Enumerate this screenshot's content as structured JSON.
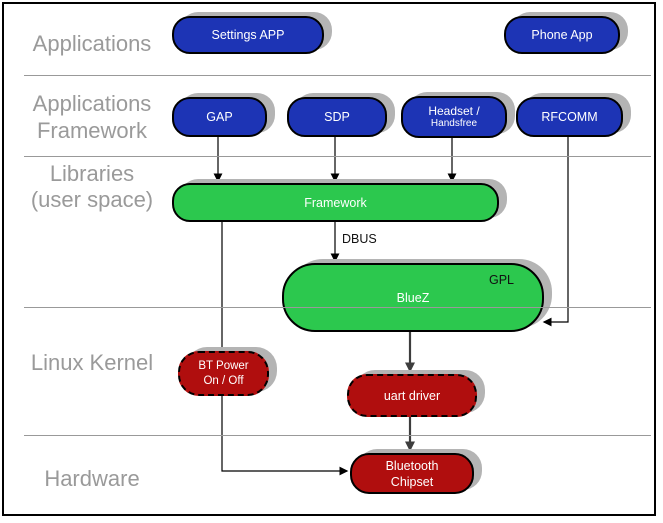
{
  "diagram": {
    "type": "layered-architecture",
    "subject": "Bluetooth software stack"
  },
  "layers": [
    {
      "name": "applications",
      "lines": [
        "Applications"
      ]
    },
    {
      "name": "applications-framework",
      "lines": [
        "Applications",
        "Framework"
      ]
    },
    {
      "name": "libraries-user-space",
      "lines": [
        "Libraries",
        "(user space)"
      ]
    },
    {
      "name": "linux-kernel",
      "lines": [
        "Linux Kernel"
      ]
    },
    {
      "name": "hardware",
      "lines": [
        "Hardware"
      ]
    }
  ],
  "nodes": {
    "settings_app": {
      "label": "Settings APP",
      "layer": "applications",
      "color": "#1d34b5"
    },
    "phone_app": {
      "label": "Phone App",
      "layer": "applications",
      "color": "#1d34b5"
    },
    "gap": {
      "label": "GAP",
      "layer": "applications-framework",
      "color": "#1d34b5"
    },
    "sdp": {
      "label": "SDP",
      "layer": "applications-framework",
      "color": "#1d34b5"
    },
    "headset": {
      "lines": [
        "Headset /",
        "Handsfree"
      ],
      "layer": "applications-framework",
      "color": "#1d34b5"
    },
    "rfcomm": {
      "label": "RFCOMM",
      "layer": "applications-framework",
      "color": "#1d34b5"
    },
    "framework": {
      "label": "Framework",
      "layer": "libraries-user-space",
      "color": "#2cc84e"
    },
    "bluez": {
      "label": "BlueZ",
      "badge": "GPL",
      "layer": "libraries-user-space",
      "color": "#2cc84e"
    },
    "bt_power": {
      "lines": [
        "BT Power",
        "On / Off"
      ],
      "layer": "linux-kernel",
      "color": "#b00e0e",
      "border": "dashed"
    },
    "uart_driver": {
      "label": "uart driver",
      "layer": "linux-kernel",
      "color": "#b00e0e",
      "border": "dashed"
    },
    "bt_chipset": {
      "lines": [
        "Bluetooth",
        "Chipset"
      ],
      "layer": "hardware",
      "color": "#b00e0e",
      "border": "solid"
    }
  },
  "edges": [
    {
      "from": "gap",
      "to": "framework",
      "label": ""
    },
    {
      "from": "sdp",
      "to": "framework",
      "label": ""
    },
    {
      "from": "headset",
      "to": "framework",
      "label": ""
    },
    {
      "from": "rfcomm",
      "to": "bluez",
      "label": ""
    },
    {
      "from": "framework",
      "to": "bluez",
      "label": "DBUS"
    },
    {
      "from": "framework",
      "to": "bt_chipset",
      "label": ""
    },
    {
      "from": "bluez",
      "to": "uart_driver",
      "label": ""
    },
    {
      "from": "uart_driver",
      "to": "bt_chipset",
      "label": ""
    }
  ],
  "edge_labels": {
    "dbus": "DBUS",
    "gpl": "GPL"
  },
  "colors": {
    "node_blue": "#1d34b5",
    "node_green": "#2cc84e",
    "node_red": "#b00e0e",
    "shadow_gray": "#b4b4b4",
    "layer_label_gray": "#9a9a9a",
    "divider_gray": "#999999",
    "arrow_black": "#000000",
    "arrow_gray": "#3d3d3d",
    "text_white": "#ffffff",
    "frame_black": "#000000"
  }
}
